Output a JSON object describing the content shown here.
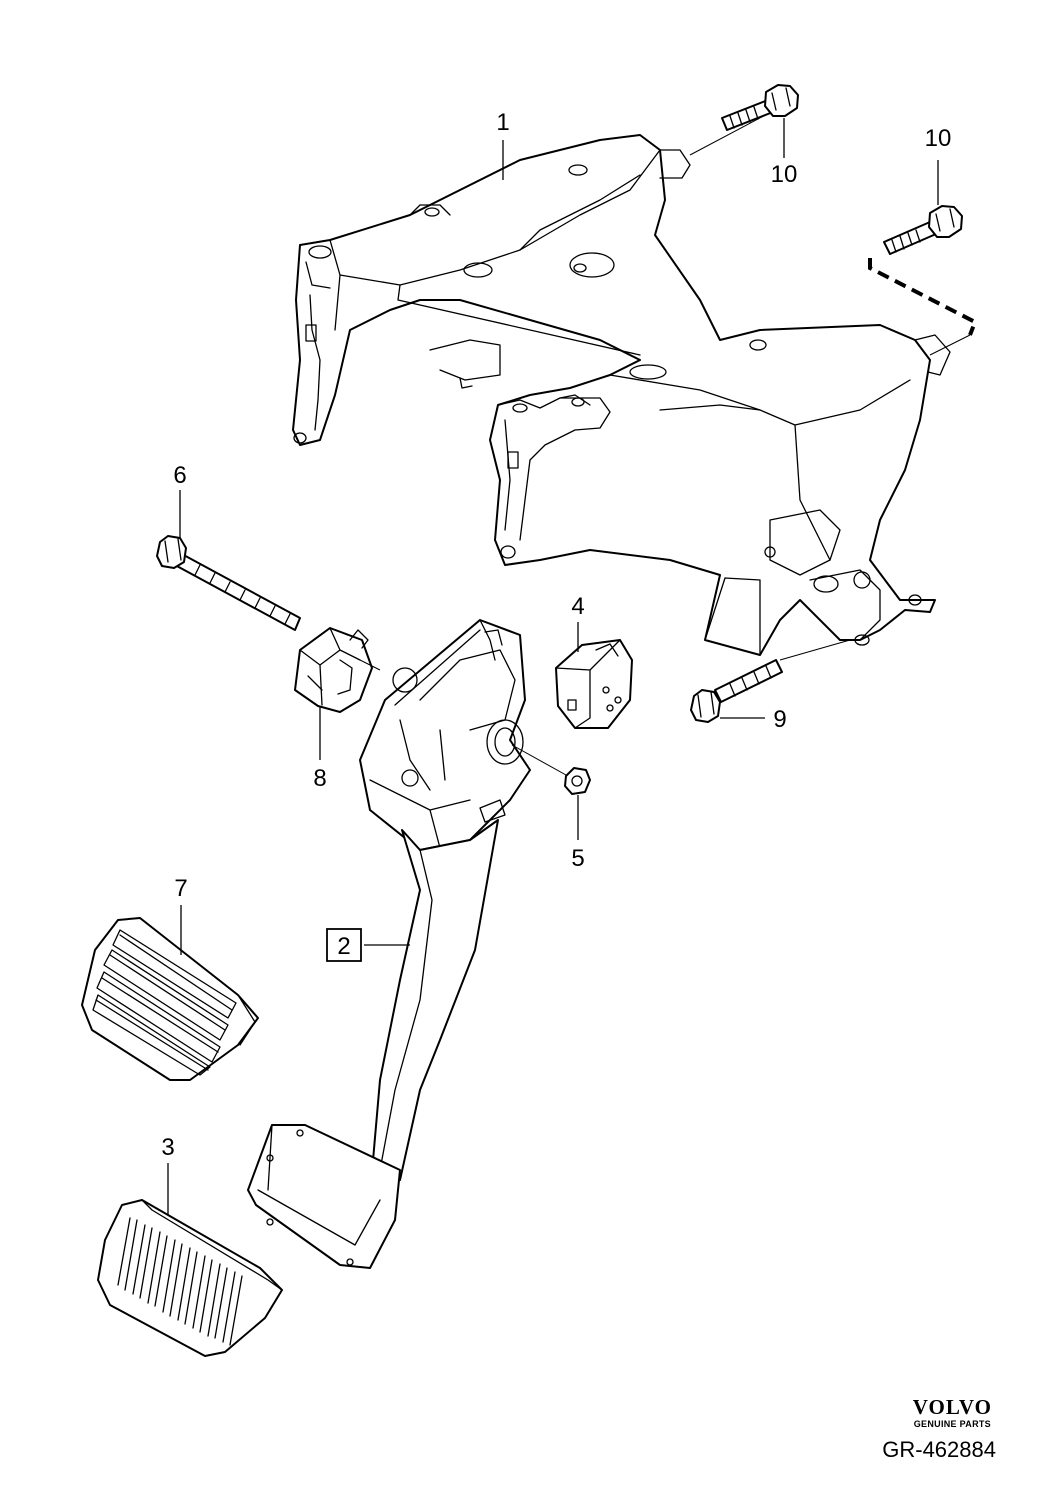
{
  "callouts": {
    "c1": "1",
    "c2": "2",
    "c3": "3",
    "c4": "4",
    "c5": "5",
    "c6": "6",
    "c7": "7",
    "c8": "8",
    "c9": "9",
    "c10a": "10",
    "c10b": "10"
  },
  "logo": {
    "brand": "VOLVO",
    "tagline": "GENUINE PARTS"
  },
  "reference_code": "GR-462884"
}
